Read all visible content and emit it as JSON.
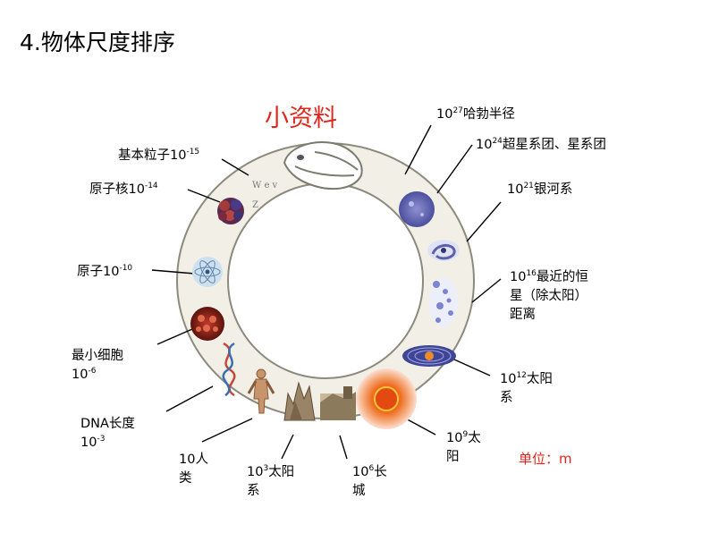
{
  "title": "4.物体尺度排序",
  "subtitle": "小资料",
  "unit_label": "单位：m",
  "snake_text": {
    "line1": "W  e   v",
    "line2": "Z"
  },
  "labels": {
    "hubble": {
      "base": "10",
      "exp": "27",
      "text": "哈勃半径"
    },
    "supercluster": {
      "base": "10",
      "exp": "24",
      "text": "超星系团、星系团"
    },
    "galaxy": {
      "base": "10",
      "exp": "21",
      "text": "银河系"
    },
    "nearest_star": {
      "base": "10",
      "exp": "16",
      "text1": "最近的恒",
      "text2": "星（除太阳）",
      "text3": "距离"
    },
    "solar_system": {
      "base": "10",
      "exp": "12",
      "text1": "太阳",
      "text2": "系"
    },
    "sun": {
      "base": "10",
      "exp": "9",
      "text1": "太",
      "text2": "阳"
    },
    "great_wall": {
      "base": "10",
      "exp": "6",
      "text1": "长",
      "text2": "城"
    },
    "mountain": {
      "base": "10",
      "exp": "3",
      "text1": "太阳",
      "text2": "系"
    },
    "human": {
      "line1": "10人",
      "line2": "类"
    },
    "dna": {
      "line1": "DNA长度",
      "base": "10",
      "exp": "-3"
    },
    "cell": {
      "line1": "最小细胞",
      "base": "10",
      "exp": "-6"
    },
    "atom": {
      "text": "原子10",
      "exp": "-10"
    },
    "nucleus": {
      "text": "原子核10",
      "exp": "-14"
    },
    "particle": {
      "text": "基本粒子10",
      "exp": "-15"
    }
  },
  "colors": {
    "title_red": "#e0261c",
    "ring": "#f2f0e6",
    "pointer_line": "#000000"
  }
}
